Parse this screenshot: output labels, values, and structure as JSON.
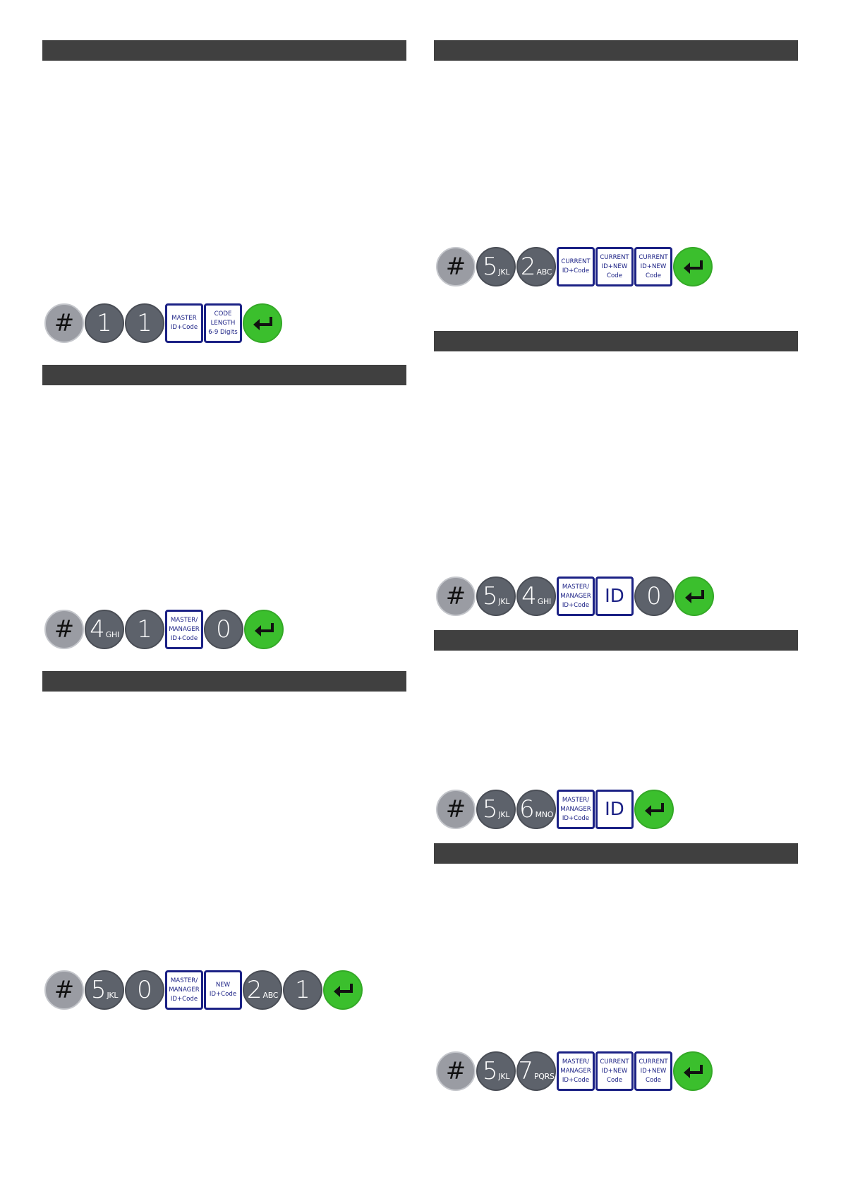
{
  "colors": {
    "bar": "#404040",
    "hash_key": "#9a9ca3",
    "digit_key": "#5d626b",
    "enter_key": "#3bbf2d",
    "box_border": "#1b2185"
  },
  "icons": {
    "enter": "enter-arrow-icon"
  },
  "sequences": [
    {
      "id": "hash-1-1",
      "keys": [
        {
          "type": "hash",
          "label": "#"
        },
        {
          "type": "digit",
          "label": "1",
          "letters": ""
        },
        {
          "type": "digit",
          "label": "1",
          "letters": ""
        },
        {
          "type": "box",
          "label": "MASTER\nID+Code"
        },
        {
          "type": "box",
          "label": "CODE\nLENGTH\n6-9 Digits"
        },
        {
          "type": "enter",
          "label": ""
        }
      ]
    },
    {
      "id": "hash-4-1",
      "keys": [
        {
          "type": "hash",
          "label": "#"
        },
        {
          "type": "digit",
          "label": "4",
          "letters": "GHI"
        },
        {
          "type": "digit",
          "label": "1",
          "letters": ""
        },
        {
          "type": "box",
          "label": "MASTER/\nMANAGER\nID+Code"
        },
        {
          "type": "digit",
          "label": "0",
          "letters": ""
        },
        {
          "type": "enter",
          "label": ""
        }
      ]
    },
    {
      "id": "hash-5-0",
      "keys": [
        {
          "type": "hash",
          "label": "#"
        },
        {
          "type": "digit",
          "label": "5",
          "letters": "JKL"
        },
        {
          "type": "digit",
          "label": "0",
          "letters": ""
        },
        {
          "type": "box",
          "label": "MASTER/\nMANAGER\nID+Code"
        },
        {
          "type": "box",
          "label": "NEW\nID+Code"
        },
        {
          "type": "digit",
          "label": "2",
          "letters": "ABC"
        },
        {
          "type": "digit",
          "label": "1",
          "letters": ""
        },
        {
          "type": "enter",
          "label": ""
        }
      ]
    },
    {
      "id": "hash-5-2",
      "keys": [
        {
          "type": "hash",
          "label": "#"
        },
        {
          "type": "digit",
          "label": "5",
          "letters": "JKL"
        },
        {
          "type": "digit",
          "label": "2",
          "letters": "ABC"
        },
        {
          "type": "box",
          "label": "CURRENT\nID+Code"
        },
        {
          "type": "box",
          "label": "CURRENT\nID+NEW\nCode"
        },
        {
          "type": "box",
          "label": "CURRENT\nID+NEW\nCode"
        },
        {
          "type": "enter",
          "label": ""
        }
      ]
    },
    {
      "id": "hash-5-4",
      "keys": [
        {
          "type": "hash",
          "label": "#"
        },
        {
          "type": "digit",
          "label": "5",
          "letters": "JKL"
        },
        {
          "type": "digit",
          "label": "4",
          "letters": "GHI"
        },
        {
          "type": "box",
          "label": "MASTER/\nMANAGER\nID+Code"
        },
        {
          "type": "bigbox",
          "label": "ID"
        },
        {
          "type": "digit",
          "label": "0",
          "letters": ""
        },
        {
          "type": "enter",
          "label": ""
        }
      ]
    },
    {
      "id": "hash-5-6",
      "keys": [
        {
          "type": "hash",
          "label": "#"
        },
        {
          "type": "digit",
          "label": "5",
          "letters": "JKL"
        },
        {
          "type": "digit",
          "label": "6",
          "letters": "MNO"
        },
        {
          "type": "box",
          "label": "MASTER/\nMANAGER\nID+Code"
        },
        {
          "type": "bigbox",
          "label": "ID"
        },
        {
          "type": "enter",
          "label": ""
        }
      ]
    },
    {
      "id": "hash-5-7",
      "keys": [
        {
          "type": "hash",
          "label": "#"
        },
        {
          "type": "digit",
          "label": "5",
          "letters": "JKL"
        },
        {
          "type": "digit",
          "label": "7",
          "letters": "PQRS"
        },
        {
          "type": "box",
          "label": "MASTER/\nMANAGER\nID+Code"
        },
        {
          "type": "box",
          "label": "CURRENT\nID+NEW\nCode"
        },
        {
          "type": "box",
          "label": "CURRENT\nID+NEW\nCode"
        },
        {
          "type": "enter",
          "label": ""
        }
      ]
    }
  ]
}
